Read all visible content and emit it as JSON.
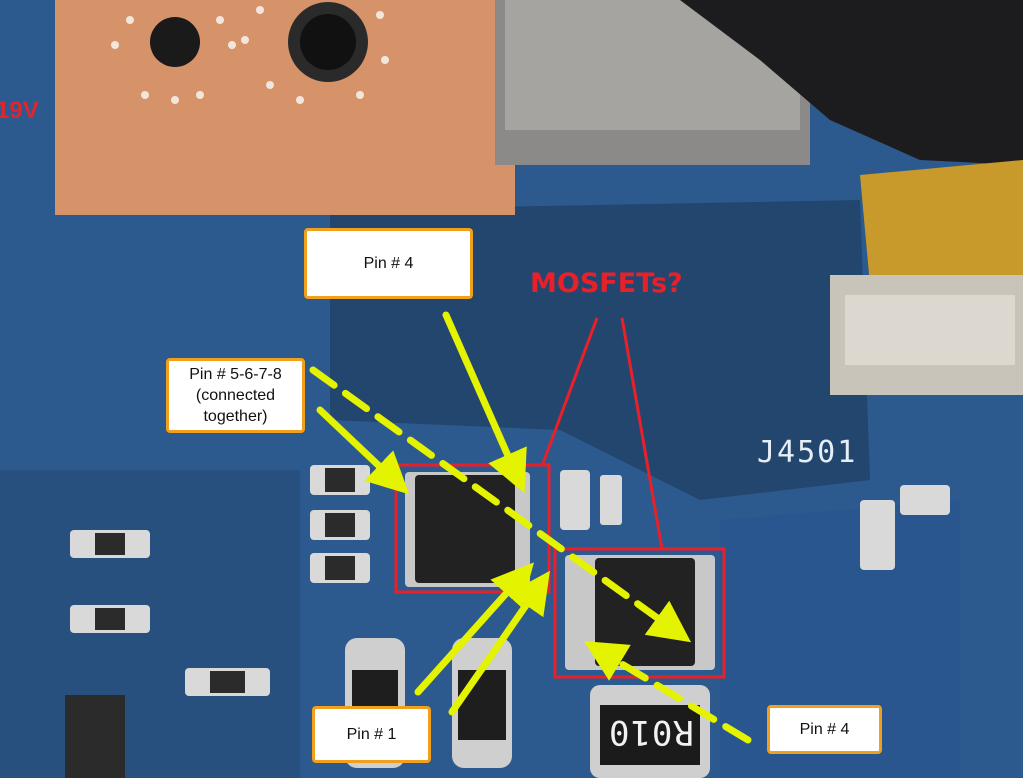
{
  "annotations": {
    "pin4_top": "Pin # 4",
    "pin5678_line1": "Pin # 5-6-7-8",
    "pin5678_line2": "(connected",
    "pin5678_line3": "together)",
    "pin1": "Pin # 1",
    "pin4_bottom": "Pin # 4",
    "mosfets": "MOSFETs?"
  },
  "board_markings": {
    "voltage": "19V",
    "connector_ref": "J4501",
    "resistor": "R010"
  },
  "colors": {
    "board": "#2c5a8e",
    "copper": "#d6936a",
    "arrow": "#e4f400",
    "highlight": "#e8202a",
    "label_border": "#f0a01c"
  }
}
